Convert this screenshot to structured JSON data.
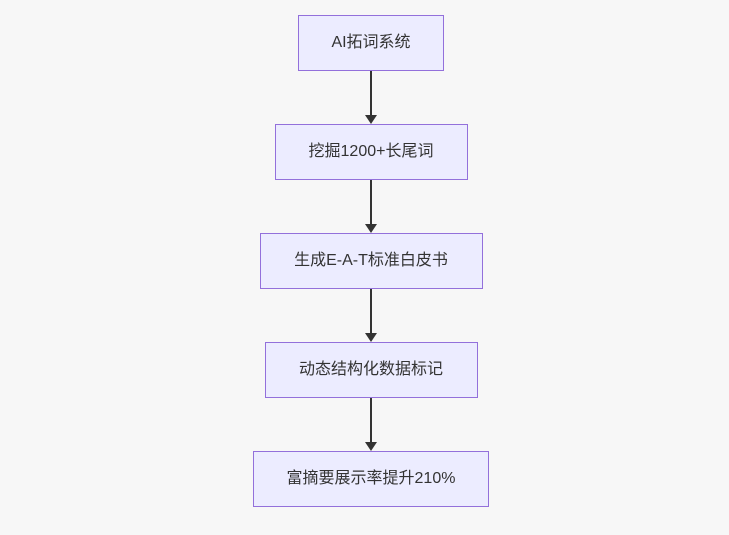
{
  "diagram": {
    "type": "flowchart",
    "direction": "top-down",
    "nodes": [
      {
        "id": "flow-node-ai-keyword-system",
        "label": "AI拓词系统"
      },
      {
        "id": "flow-node-longtail-mining",
        "label": "挖掘1200+长尾词"
      },
      {
        "id": "flow-node-eat-whitepaper",
        "label": "生成E-A-T标准白皮书"
      },
      {
        "id": "flow-node-structured-data",
        "label": "动态结构化数据标记"
      },
      {
        "id": "flow-node-rich-snippet-result",
        "label": "富摘要展示率提升210%"
      }
    ],
    "edges": [
      {
        "from": "flow-node-ai-keyword-system",
        "to": "flow-node-longtail-mining"
      },
      {
        "from": "flow-node-longtail-mining",
        "to": "flow-node-eat-whitepaper"
      },
      {
        "from": "flow-node-eat-whitepaper",
        "to": "flow-node-structured-data"
      },
      {
        "from": "flow-node-structured-data",
        "to": "flow-node-rich-snippet-result"
      }
    ],
    "colors": {
      "node_fill": "#ECECFF",
      "node_border": "#9370DB",
      "node_text": "#333333",
      "arrow": "#333333",
      "background": "#f7f7f7"
    }
  }
}
